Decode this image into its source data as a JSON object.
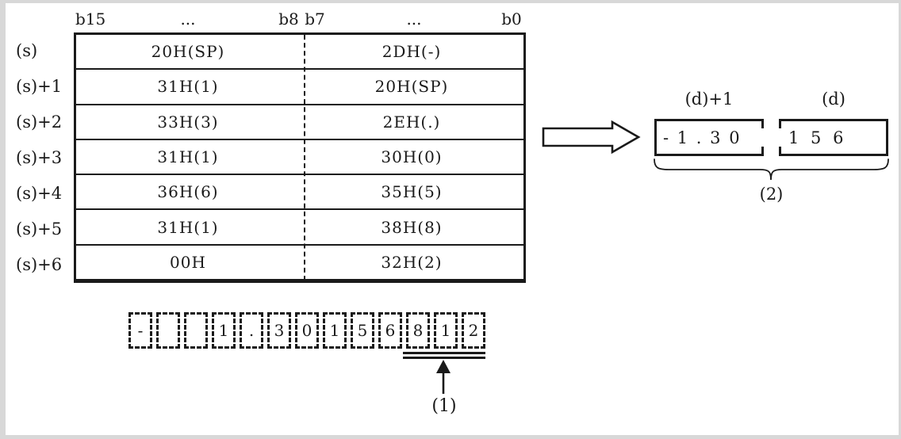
{
  "colors": {
    "ink": "#1a1a1a",
    "background": "#ffffff",
    "frame": "#d8d8d8"
  },
  "header": {
    "b15": "b15",
    "dots_left": "...",
    "b8": "b8",
    "b7": "b7",
    "dots_right": "...",
    "b0": "b0"
  },
  "table": {
    "rows": [
      {
        "label": "(s)",
        "high": "20H(SP)",
        "low": "2DH(-)"
      },
      {
        "label": "(s)+1",
        "high": "31H(1)",
        "low": "20H(SP)"
      },
      {
        "label": "(s)+2",
        "high": "33H(3)",
        "low": "2EH(.)"
      },
      {
        "label": "(s)+3",
        "high": "31H(1)",
        "low": "30H(0)"
      },
      {
        "label": "(s)+4",
        "high": "36H(6)",
        "low": "35H(5)"
      },
      {
        "label": "(s)+5",
        "high": "31H(1)",
        "low": "38H(8)"
      },
      {
        "label": "(s)+6",
        "high": "00H",
        "low": "32H(2)"
      }
    ]
  },
  "result": {
    "dest_plus1_label": "(d)+1",
    "dest_label": "(d)",
    "dest_plus1_value": "- 1 . 3 0",
    "dest_value": "1 5 6",
    "group_label": "(2)"
  },
  "char_string": {
    "chars": [
      "-",
      " ",
      " ",
      "1",
      ".",
      "3",
      "0",
      "1",
      "5",
      "6",
      "8",
      "1",
      "2"
    ],
    "pointer_label": "(1)"
  }
}
